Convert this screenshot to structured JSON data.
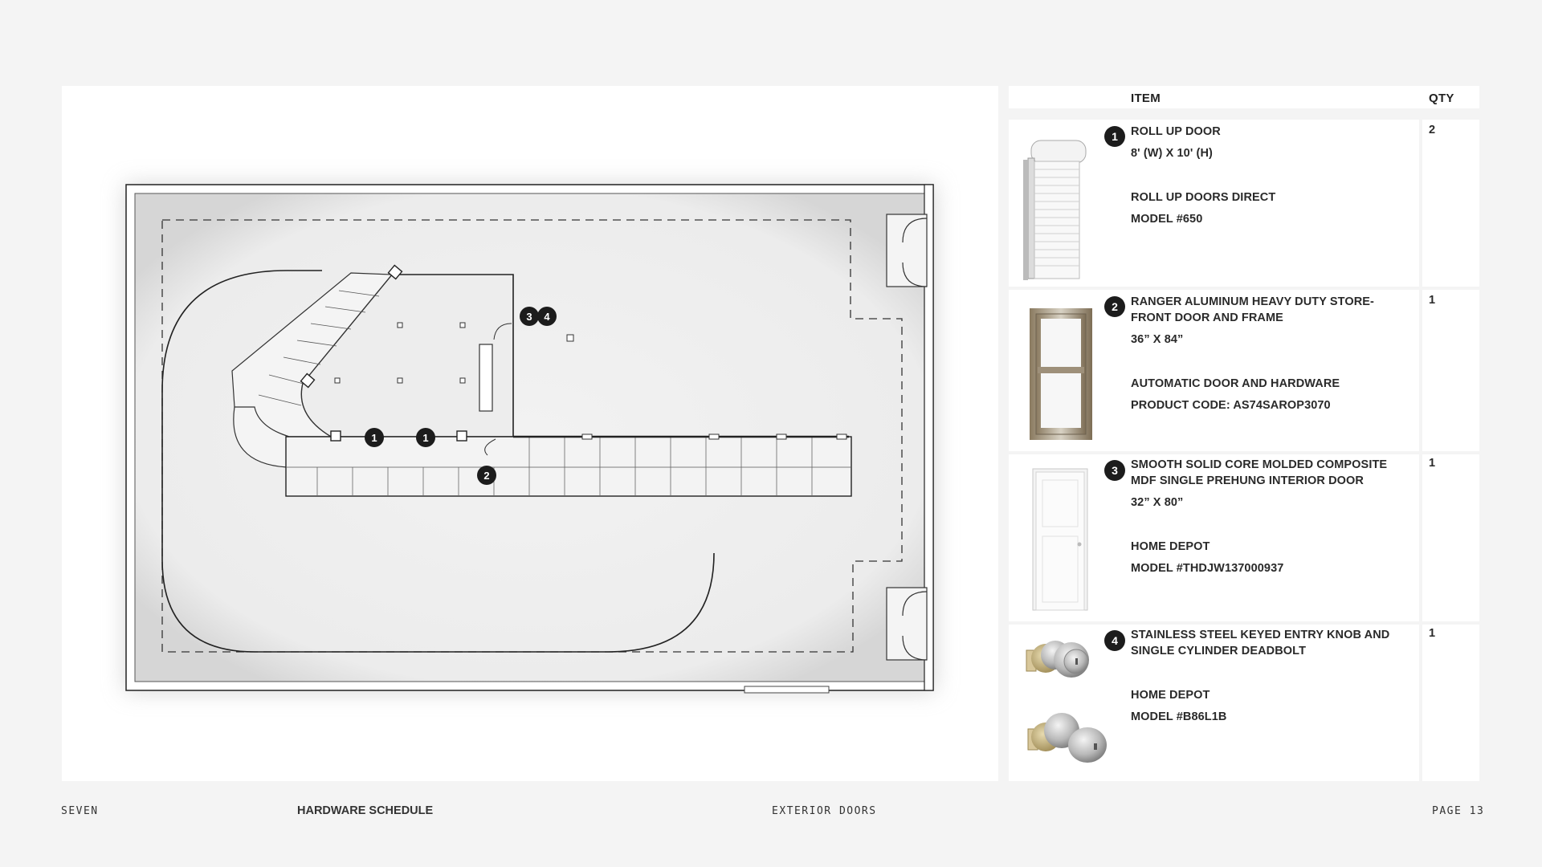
{
  "table": {
    "header_item": "ITEM",
    "header_qty": "QTY",
    "rows": [
      {
        "badge": "1",
        "name_lines": [
          "ROLL UP DOOR"
        ],
        "size": "8' (W) X 10' (H)",
        "vendor": "ROLL UP DOORS DIRECT",
        "code": "MODEL #650",
        "qty": "2",
        "image_icon": "roll-up-door-icon"
      },
      {
        "badge": "2",
        "name_lines": [
          "RANGER ALUMINUM HEAVY DUTY STORE-",
          "FRONT DOOR AND FRAME"
        ],
        "size": "36” X 84”",
        "vendor": "AUTOMATIC DOOR AND HARDWARE",
        "code": "PRODUCT CODE: AS74SAROP3070",
        "qty": "1",
        "image_icon": "storefront-door-icon"
      },
      {
        "badge": "3",
        "name_lines": [
          "SMOOTH SOLID CORE MOLDED COMPOSITE",
          "MDF SINGLE PREHUNG INTERIOR DOOR"
        ],
        "size": "32” X 80”",
        "vendor": "HOME DEPOT",
        "code": "MODEL #THDJW137000937",
        "qty": "1",
        "image_icon": "interior-door-icon"
      },
      {
        "badge": "4",
        "name_lines": [
          "STAINLESS STEEL KEYED ENTRY KNOB AND",
          "SINGLE CYLINDER DEADBOLT"
        ],
        "vendor": "HOME DEPOT",
        "code": "MODEL #B86L1B",
        "qty": "1",
        "image_icon": "door-knob-deadbolt-icon"
      }
    ]
  },
  "plan": {
    "markers": [
      "1",
      "1",
      "2",
      "3",
      "4"
    ]
  },
  "footer": {
    "section": "SEVEN",
    "title": "HARDWARE SCHEDULE",
    "subtitle": "EXTERIOR DOORS",
    "page": "PAGE 13"
  },
  "colors": {
    "background": "#f4f4f4",
    "panel": "#ffffff",
    "badge": "#1c1c1c"
  }
}
